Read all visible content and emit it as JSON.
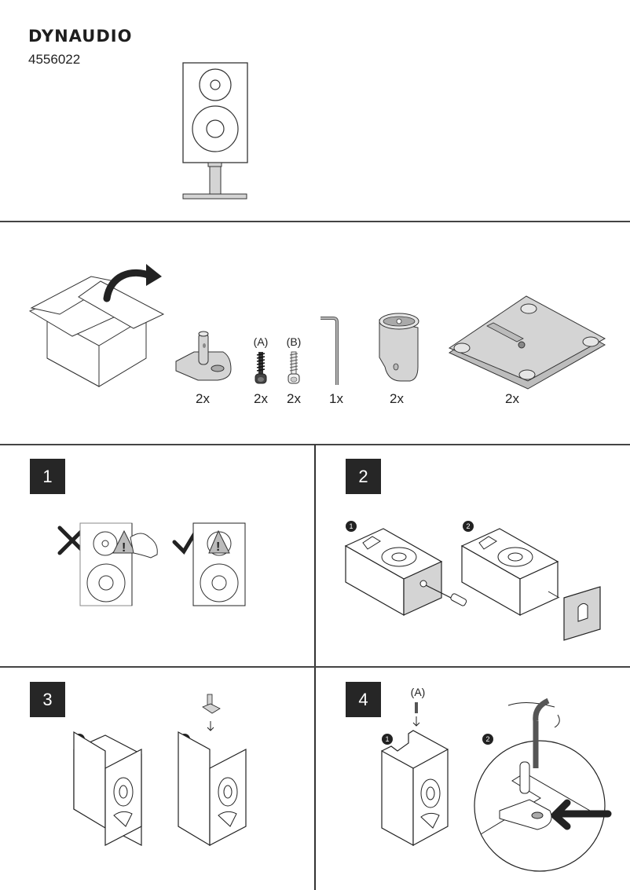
{
  "header": {
    "brand": "DYNAUDIO",
    "product_code": "4556022"
  },
  "contents": {
    "items": [
      {
        "name": "stand-bracket",
        "quantity": "2x",
        "label": ""
      },
      {
        "name": "screw-a",
        "quantity": "2x",
        "label": "(A)"
      },
      {
        "name": "screw-b",
        "quantity": "2x",
        "label": "(B)"
      },
      {
        "name": "hex-key",
        "quantity": "1x",
        "label": ""
      },
      {
        "name": "stand-column",
        "quantity": "2x",
        "label": ""
      },
      {
        "name": "base-plate",
        "quantity": "2x",
        "label": ""
      }
    ]
  },
  "steps": [
    {
      "number": "1",
      "substeps": []
    },
    {
      "number": "2",
      "substeps": [
        "1",
        "2"
      ]
    },
    {
      "number": "3",
      "substeps": [
        "1",
        "2"
      ]
    },
    {
      "number": "4",
      "substeps": [
        "1",
        "2"
      ],
      "screw_label": "(A)"
    }
  ],
  "colors": {
    "ink": "#1e1e1e",
    "part_gray": "#d4d4d4",
    "badge_bg": "#262626"
  }
}
